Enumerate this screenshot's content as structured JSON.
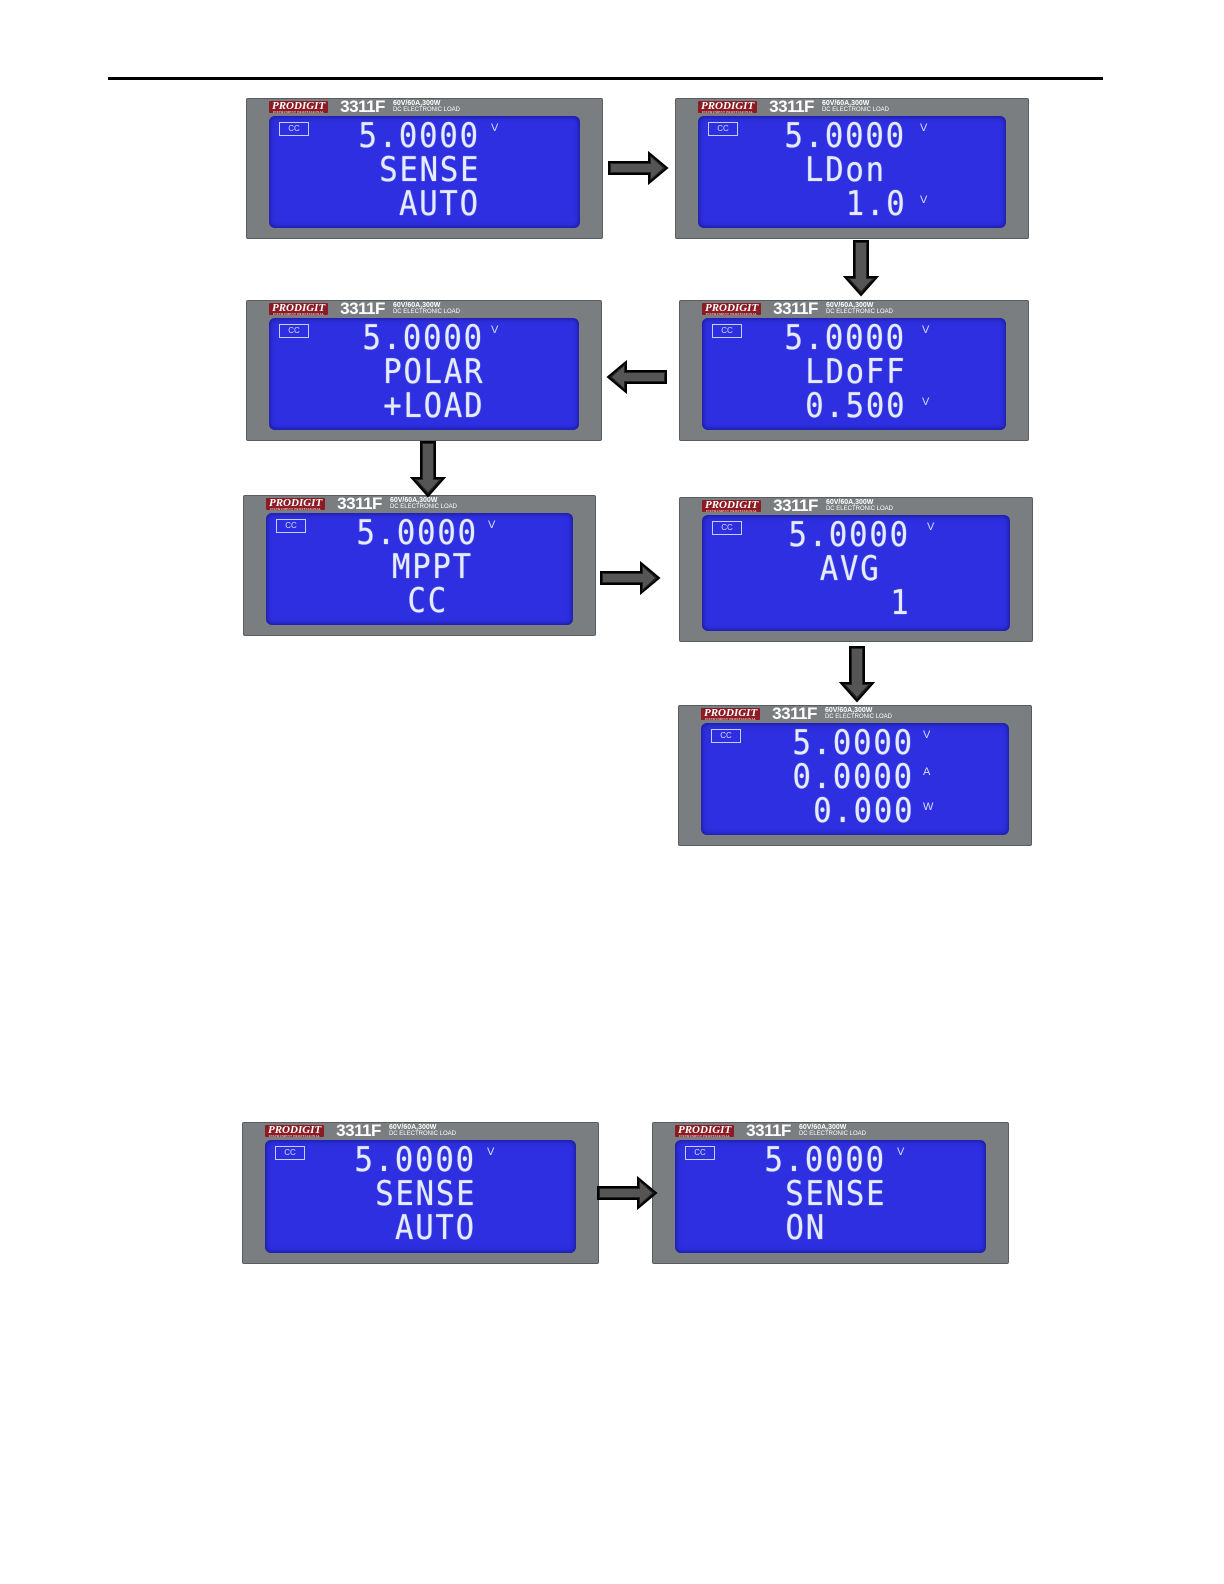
{
  "device": {
    "brand": "PRODIGIT",
    "brand_sub": "INSTRUMENT PROFESSIONAL",
    "model": "3311F",
    "spec_line1": "60V/60A,300W",
    "spec_line2": "DC ELECTRONIC LOAD",
    "mode_badge": "CC"
  },
  "screens": [
    {
      "line1": "5.0000",
      "unit1": "V",
      "line2": "SENSE",
      "unit2": "",
      "line3": "AUTO",
      "unit3": ""
    },
    {
      "line1": "5.0000",
      "unit1": "V",
      "line2": "LDon",
      "unit2": "",
      "line3": "1.0",
      "unit3": "V"
    },
    {
      "line1": "5.0000",
      "unit1": "V",
      "line2": "LDoFF",
      "unit2": "",
      "line3": "0.500",
      "unit3": "V"
    },
    {
      "line1": "5.0000",
      "unit1": "V",
      "line2": "POLAR",
      "unit2": "",
      "line3": "+LOAD",
      "unit3": ""
    },
    {
      "line1": "5.0000",
      "unit1": "V",
      "line2": "MPPT",
      "unit2": "",
      "line3": "CC",
      "unit3": ""
    },
    {
      "line1": "5.0000",
      "unit1": "V",
      "line2": "AVG",
      "unit2": "",
      "line3": "1",
      "unit3": ""
    },
    {
      "line1": "5.0000",
      "unit1": "V",
      "line2": "0.0000",
      "unit2": "A",
      "line3": "0.000",
      "unit3": "W"
    },
    {
      "line1": "5.0000",
      "unit1": "V",
      "line2": "SENSE",
      "unit2": "",
      "line3": "AUTO",
      "unit3": ""
    },
    {
      "line1": "5.0000",
      "unit1": "V",
      "line2": "SENSE",
      "unit2": "",
      "line3": "ON",
      "unit3": ""
    }
  ]
}
